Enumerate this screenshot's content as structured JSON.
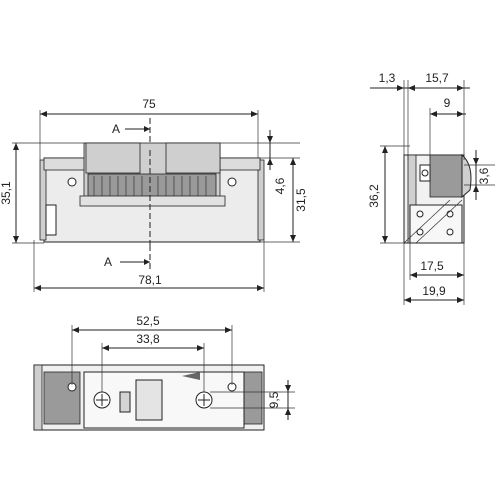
{
  "front_view": {
    "width_top": "75",
    "width_bottom": "78,1",
    "height_left": "35,1",
    "height_right": "31,5",
    "offset_right": "4,6",
    "section_top": "A",
    "section_bottom": "A"
  },
  "side_view": {
    "dim_1": "1,3",
    "dim_2": "15,7",
    "dim_3": "9",
    "height": "36,2",
    "offset": "3,6",
    "depth_1": "17,5",
    "depth_2": "19,9"
  },
  "bottom_view": {
    "width_outer": "52,5",
    "width_inner": "33,8",
    "height": "9,5"
  }
}
